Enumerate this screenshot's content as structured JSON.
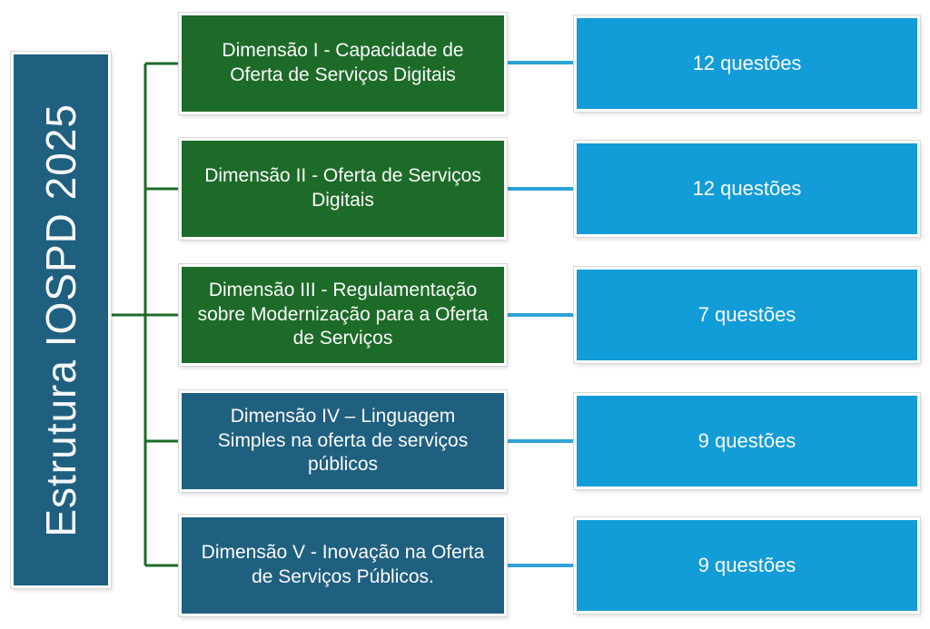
{
  "title": {
    "label": "Estrutura IOSPD 2025"
  },
  "colors": {
    "green": "#1D6B28",
    "teal": "#1F6080",
    "blue": "#129CD8",
    "connector-green": "#1E6B28",
    "connector-blue": "#2FA3D7"
  },
  "rows": [
    {
      "dimension": "Dimensão I - Capacidade de Oferta de Serviços Digitais",
      "questions": "12 questões"
    },
    {
      "dimension": "Dimensão II - Oferta de Serviços Digitais",
      "questions": "12 questões"
    },
    {
      "dimension": "Dimensão III - Regulamentação sobre Modernização para a Oferta de Serviços",
      "questions": "7 questões"
    },
    {
      "dimension": "Dimensão IV – Linguagem Simples na oferta de serviços públicos",
      "questions": "9 questões"
    },
    {
      "dimension": "Dimensão V - Inovação na Oferta de Serviços Públicos.",
      "questions": "9 questões"
    }
  ]
}
